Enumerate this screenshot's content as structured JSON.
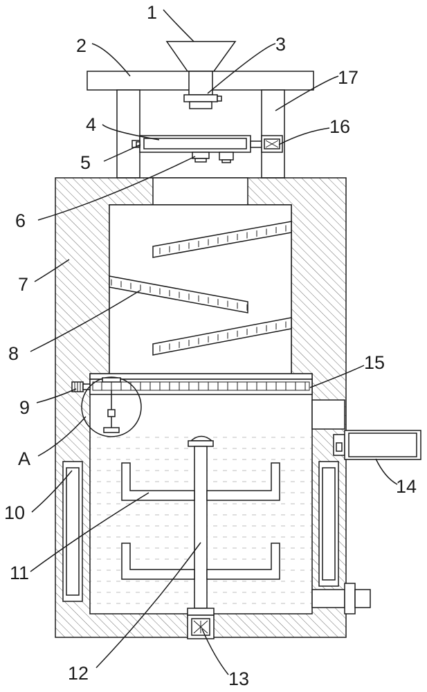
{
  "callouts": [
    {
      "id": "1",
      "text": "1"
    },
    {
      "id": "2",
      "text": "2"
    },
    {
      "id": "3",
      "text": "3"
    },
    {
      "id": "4",
      "text": "4"
    },
    {
      "id": "5",
      "text": "5"
    },
    {
      "id": "6",
      "text": "6"
    },
    {
      "id": "7",
      "text": "7"
    },
    {
      "id": "8",
      "text": "8"
    },
    {
      "id": "9",
      "text": "9"
    },
    {
      "id": "A",
      "text": "A"
    },
    {
      "id": "10",
      "text": "10"
    },
    {
      "id": "11",
      "text": "11"
    },
    {
      "id": "12",
      "text": "12"
    },
    {
      "id": "13",
      "text": "13"
    },
    {
      "id": "14",
      "text": "14"
    },
    {
      "id": "15",
      "text": "15"
    },
    {
      "id": "16",
      "text": "16"
    },
    {
      "id": "17",
      "text": "17"
    }
  ],
  "colors": {
    "line": "#1a1a1a",
    "background": "#ffffff",
    "hatch": "#555555"
  }
}
